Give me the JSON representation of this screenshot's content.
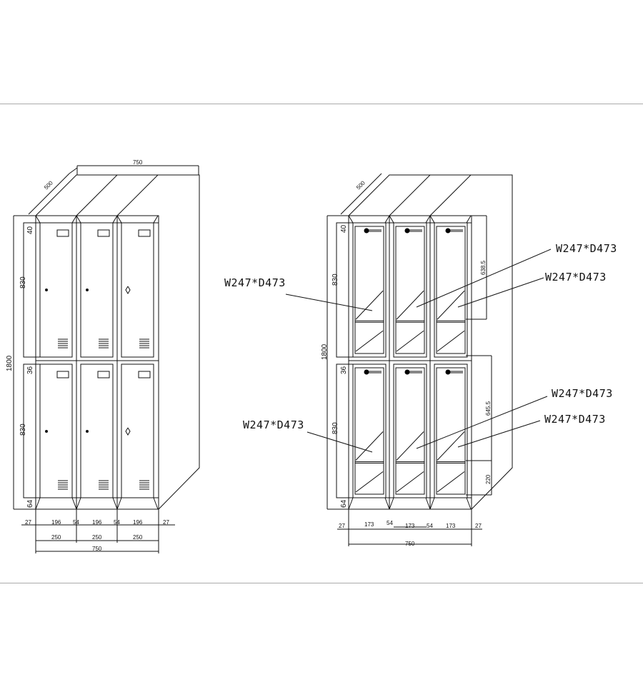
{
  "left_view": {
    "width": "750",
    "depth": "500",
    "height": "1800",
    "upper_door": "830",
    "lower_door": "830",
    "top_gap": "40",
    "mid_gap": "36",
    "base": "64",
    "bottom": [
      "27",
      "196",
      "54",
      "196",
      "54",
      "196",
      "27"
    ],
    "column_widths": [
      "250",
      "250",
      "250"
    ],
    "total_width": "750"
  },
  "right_view": {
    "depth": "500",
    "height": "1800",
    "upper": "830",
    "lower": "830",
    "top_gap": "40",
    "mid_gap": "36",
    "base": "64",
    "upper_inner": "638.5",
    "lower_inner": "645.5",
    "shelf": "220",
    "bottom": [
      "27",
      "173",
      "54",
      "173",
      "54",
      "173",
      "27"
    ],
    "total_width": "750",
    "labels": [
      "W247*D473",
      "W247*D473",
      "W247*D473",
      "W247*D473",
      "W247*D473",
      "W247*D473"
    ]
  }
}
